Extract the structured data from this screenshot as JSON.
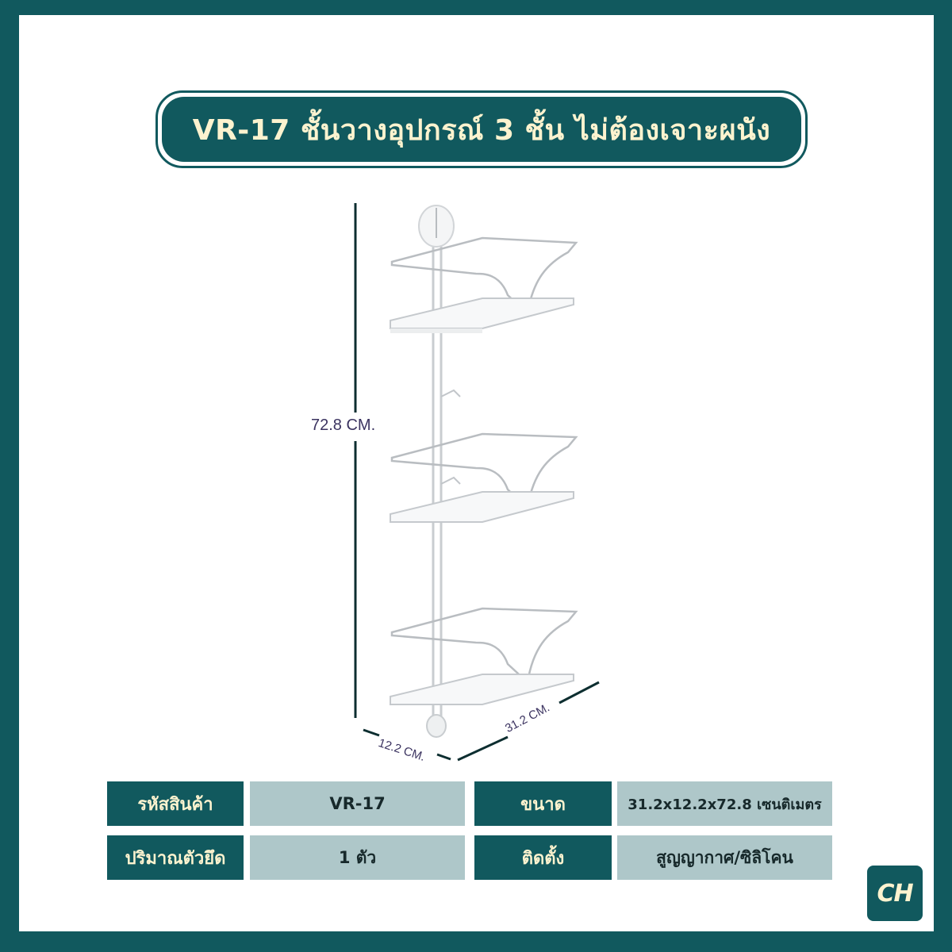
{
  "title": "VR-17 ชั้นวางอุปกรณ์ 3 ชั้น ไม่ต้องเจาะผนัง",
  "product_image": {
    "description": "3-tier chrome wire shelf rack with white trays and suction cup mount",
    "tiers": 3
  },
  "dimensions": {
    "height": "72.8 CM.",
    "depth": "12.2 CM.",
    "width": "31.2 CM."
  },
  "specs": [
    {
      "label": "รหัสสินค้า",
      "value": "VR-17"
    },
    {
      "label": "ขนาด",
      "value": "31.2x12.2x72.8 เซนติเมตร"
    },
    {
      "label": "ปริมาณตัวยึด",
      "value": "1 ตัว"
    },
    {
      "label": "ติดตั้ง",
      "value": "สูญญากาศ/ซิลิโคน"
    }
  ],
  "logo": {
    "text": "CH"
  },
  "colors": {
    "brand": "#11595e",
    "title_text": "#fdf3cf",
    "value_cell": "#aec7c9",
    "dimension_text": "#3b3360"
  }
}
